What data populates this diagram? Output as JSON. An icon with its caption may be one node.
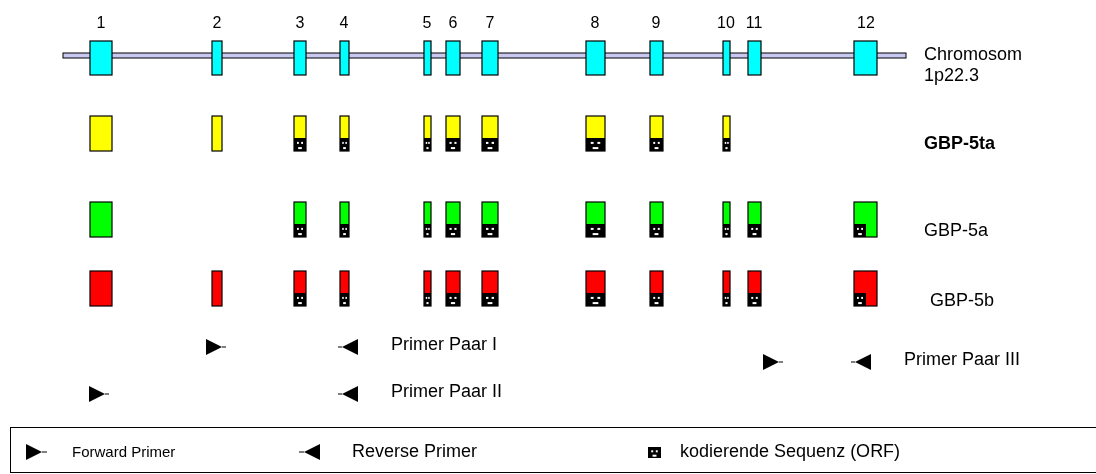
{
  "diagram": {
    "labels": [
      "1",
      "2",
      "3",
      "4",
      "5",
      "6",
      "7",
      "8",
      "9",
      "10",
      "11",
      "12",
      "Chromosom 1p22.3",
      "GBP-5ta",
      "GBP-5a",
      "GBP-5b",
      "Primer Paar I",
      "Primer Paar III",
      "Primer Paar II"
    ],
    "legend": [
      {
        "text": "Forward Primer"
      },
      {
        "text": "Reverse Primer"
      },
      {
        "text": "kodierende Sequenz (ORF)"
      }
    ]
  }
}
